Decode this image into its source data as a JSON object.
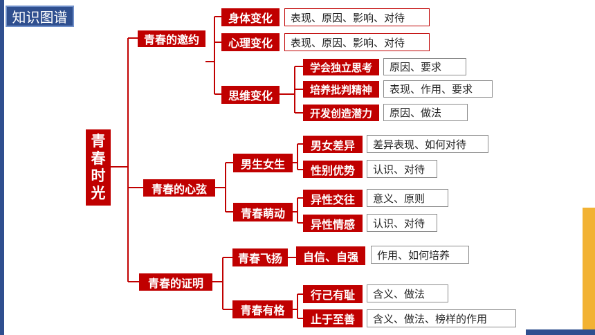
{
  "title": "知识图谱",
  "root": "青春时光",
  "branches": [
    {
      "label": "青春的邀约",
      "children": [
        {
          "label": "身体变化",
          "detail": "表现、原因、影响、对待"
        },
        {
          "label": "心理变化",
          "detail": "表现、原因、影响、对待"
        },
        {
          "label": "思维变化",
          "children": [
            {
              "label": "学会独立思考",
              "detail": "原因、要求"
            },
            {
              "label": "培养批判精神",
              "detail": "表现、作用、要求"
            },
            {
              "label": "开发创造潜力",
              "detail": "原因、做法"
            }
          ]
        }
      ]
    },
    {
      "label": "青春的心弦",
      "children": [
        {
          "label": "男生女生",
          "children": [
            {
              "label": "男女差异",
              "detail": "差异表现、如何对待"
            },
            {
              "label": "性别优势",
              "detail": "认识、对待"
            }
          ]
        },
        {
          "label": "青春萌动",
          "children": [
            {
              "label": "异性交往",
              "detail": "意义、原则"
            },
            {
              "label": "异性情感",
              "detail": "认识、对待"
            }
          ]
        }
      ]
    },
    {
      "label": "青春的证明",
      "children": [
        {
          "label": "青春飞扬",
          "children": [
            {
              "label": "自信、自强",
              "detail": "作用、如何培养"
            }
          ]
        },
        {
          "label": "青春有格",
          "children": [
            {
              "label": "行己有耻",
              "detail": "含义、做法"
            },
            {
              "label": "止于至善",
              "detail": "含义、做法、榜样的作用"
            }
          ]
        }
      ]
    }
  ]
}
